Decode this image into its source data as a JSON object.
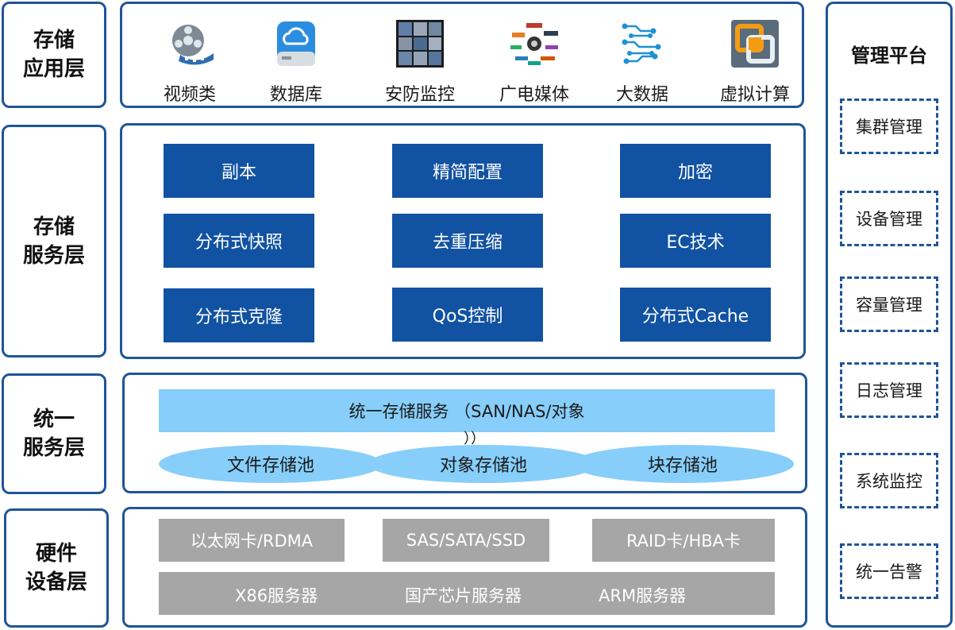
{
  "layers": {
    "application": [
      "存储",
      "应用层"
    ],
    "service": [
      "存储",
      "服务层"
    ],
    "unified": [
      "统一",
      "服务层"
    ],
    "hardware": [
      "硬件",
      "设备层"
    ]
  },
  "apps": [
    {
      "label": "视频类",
      "icon": "film-reel-icon"
    },
    {
      "label": "数据库",
      "icon": "cloud-database-icon"
    },
    {
      "label": "安防监控",
      "icon": "cctv-grid-icon"
    },
    {
      "label": "广电媒体",
      "icon": "media-logos-icon"
    },
    {
      "label": "大数据",
      "icon": "circuit-data-icon"
    },
    {
      "label": "虚拟计算",
      "icon": "virtual-machine-icon"
    }
  ],
  "services": [
    [
      "副本",
      "精简配置",
      "加密"
    ],
    [
      "分布式快照",
      "去重压缩",
      "EC技术"
    ],
    [
      "分布式克隆",
      "QoS控制",
      "分布式Cache"
    ]
  ],
  "unified": {
    "bar_label": "统一存储服务 （SAN/NAS/对象",
    "bar_tail": "））",
    "pools": [
      "文件存储池",
      "对象存储池",
      "块存储池"
    ]
  },
  "hardware": {
    "top": [
      "以太网卡/RDMA",
      "SAS/SATA/SSD",
      "RAID卡/HBA卡"
    ],
    "bottom": [
      "X86服务器",
      "国产芯片服务器",
      "ARM服务器"
    ]
  },
  "management": {
    "title": "管理平台",
    "items": [
      "集群管理",
      "设备管理",
      "容量管理",
      "日志管理",
      "系统监控",
      "统一告警"
    ]
  },
  "colors": {
    "frame": "#1f5597",
    "service_box": "#1152a2",
    "unified": "#87cefa",
    "hardware": "#a6a6a6"
  }
}
